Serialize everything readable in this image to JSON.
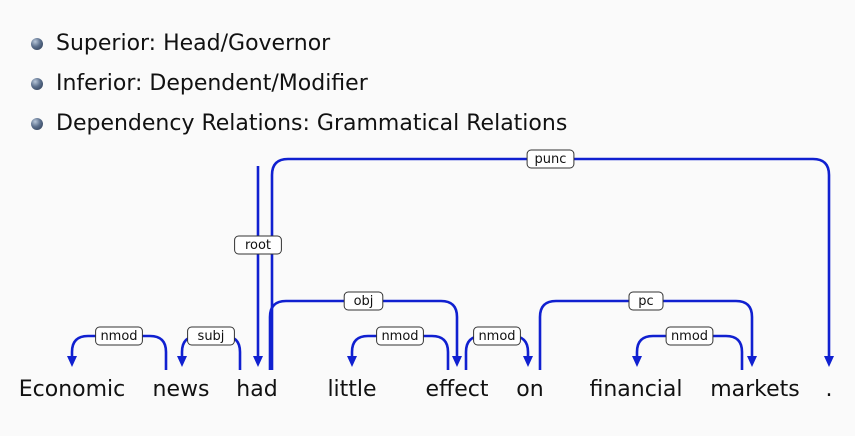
{
  "bullets": [
    "Superior: Head/Governor",
    "Inferior: Dependent/Modifier",
    "Dependency Relations: Grammatical Relations"
  ],
  "words": [
    "Economic",
    "news",
    "had",
    "little",
    "effect",
    "on",
    "financial",
    "markets",
    "."
  ],
  "root_label": "root",
  "root_word": 2,
  "relations": [
    {
      "label": "nmod",
      "head": 1,
      "dep": 0
    },
    {
      "label": "subj",
      "head": 2,
      "dep": 1
    },
    {
      "label": "obj",
      "head": 2,
      "dep": 4
    },
    {
      "label": "nmod",
      "head": 4,
      "dep": 3
    },
    {
      "label": "nmod",
      "head": 4,
      "dep": 5
    },
    {
      "label": "pc",
      "head": 5,
      "dep": 7
    },
    {
      "label": "nmod",
      "head": 7,
      "dep": 6
    },
    {
      "label": "punc",
      "head": 2,
      "dep": 8
    }
  ],
  "colors": {
    "arc": "#1020d0",
    "text": "#111111"
  }
}
